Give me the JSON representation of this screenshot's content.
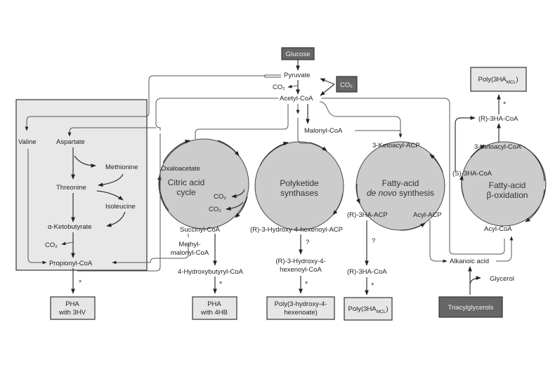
{
  "sources": {
    "glucose": "Glucose",
    "co2_box": "CO₂",
    "triacylglycerols": "Triacylglycerols"
  },
  "central": {
    "pyruvate": "Pyruvate",
    "co2": "CO₂",
    "acetyl_coa": "Acetyl-CoA",
    "malonyl_coa": "Malonyl-CoA"
  },
  "amino_acid_region": {
    "valine": "Valine",
    "aspartate": "Aspartate",
    "methionine": "Methionine",
    "threonine": "Threonine",
    "isoleucine": "Isoleucine",
    "ketobutyrate": "α-Ketobutyrate",
    "co2": "CO₂",
    "propionyl_coa": "Propionyl-CoA"
  },
  "citric_acid_cycle": {
    "title_line1": "Citric acid",
    "title_line2": "cycle",
    "oxaloacetate": "Oxaloacetate",
    "co2_1": "CO₂",
    "co2_2": "CO₂",
    "succinyl_coa": "Succinyl-CoA",
    "methylmalonyl_line1": "Methyl-",
    "methylmalonyl_line2": "malonyl-CoA",
    "hydroxybutyryl_coa": "4-Hydroxybutyryl-CoA"
  },
  "polyketide": {
    "title_line1": "Polyketide",
    "title_line2": "synthases",
    "hexenoyl_acp": "(R)-3-Hydroxy-4-hexenoyl-ACP",
    "question": "?",
    "hexenoyl_coa_line1": "(R)-3-Hydroxy-4-",
    "hexenoyl_coa_line2": "hexenoyl-CoA"
  },
  "fatty_acid_synthesis": {
    "title_line1": "Fatty-acid",
    "title_line2_italic": "de novo",
    "title_line2_rest": " synthesis",
    "ketoacyl_acp": "3-Ketoacyl-ACP",
    "r3ha_acp": "(R)-3HA-ACP",
    "acyl_acp": "Acyl-ACP",
    "question": "?",
    "r3ha_coa": "(R)-3HA-CoA"
  },
  "beta_oxidation": {
    "title_line1": "Fatty-acid",
    "title_line2": "β-oxidation",
    "ketoacyl_coa": "3-Ketoacyl-CoA",
    "s3ha_coa": "(S)-3HA-CoA",
    "r3ha_coa": "(R)-3HA-CoA",
    "acyl_coa": "Acyl-CoA",
    "alkanoic_acid": "Alkanoic acid",
    "glycerol": "Glycerol"
  },
  "products": {
    "pha_3hv_line1": "PHA",
    "pha_3hv_line2": "with 3HV",
    "pha_4hb_line1": "PHA",
    "pha_4hb_line2": "with 4HB",
    "poly_hexenoate_line1": "Poly(3-hydroxy-4-",
    "poly_hexenoate_line2": "hexenoate)",
    "poly_3ha_mcl_prefix": "Poly(3HA",
    "poly_3ha_mcl_sub": "MCL",
    "poly_3ha_mcl_suffix": ")",
    "star": "*"
  }
}
